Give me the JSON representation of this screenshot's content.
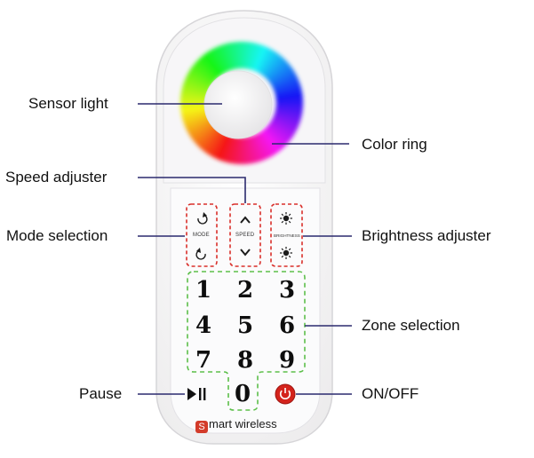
{
  "labels": {
    "sensor_light": "Sensor light",
    "color_ring": "Color ring",
    "speed_adjuster": "Speed adjuster",
    "mode_selection": "Mode selection",
    "brightness_adjuster": "Brightness adjuster",
    "zone_selection": "Zone selection",
    "pause": "Pause",
    "on_off": "ON/OFF"
  },
  "buttons": {
    "mode": "MODE",
    "speed": "SPEED",
    "brightness": "BRIGHTNESS"
  },
  "keypad": [
    "1",
    "2",
    "3",
    "4",
    "5",
    "6",
    "7",
    "8",
    "9",
    "0"
  ],
  "brand": {
    "initial": "S",
    "rest": "mart wireless"
  },
  "colors": {
    "leader_line": "#2b2a6e",
    "group_red": "#d9302b",
    "group_green": "#5cbf4a",
    "power_red": "#d4231c"
  }
}
